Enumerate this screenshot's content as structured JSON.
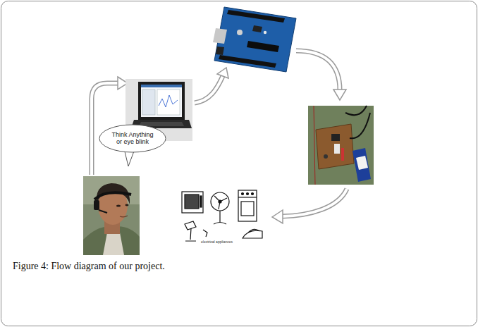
{
  "diagram": {
    "caption": "Figure 4: Flow diagram of our project.",
    "nodes": [
      {
        "text": [
          "Think Anything or eye blink"
        ]
      }
    ],
    "labels": [
      "electrical appliances"
    ]
  }
}
